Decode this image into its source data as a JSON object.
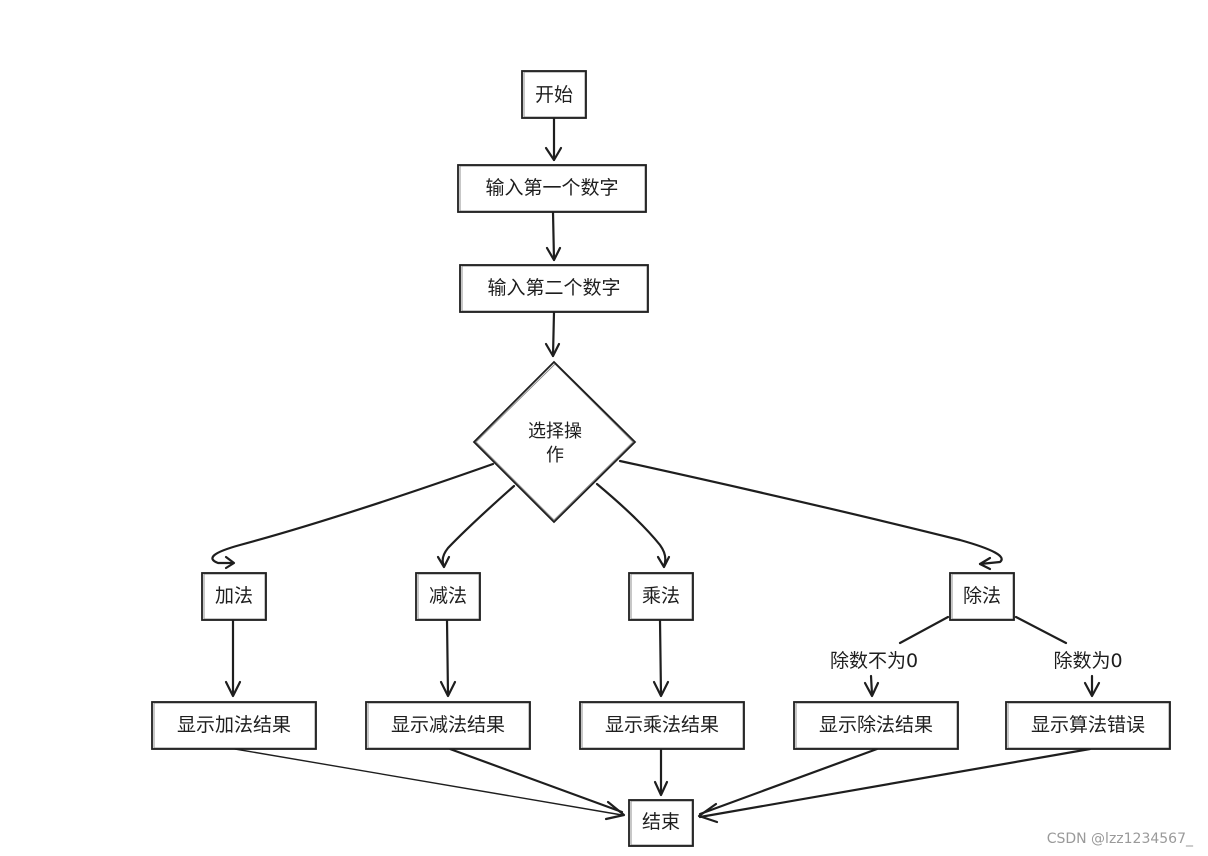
{
  "diagram": {
    "nodes": {
      "start": "开始",
      "input_first": "输入第一个数字",
      "input_second": "输入第二个数字",
      "decision_line1": "选择操",
      "decision_line2": "作",
      "add": "加法",
      "subtract": "减法",
      "multiply": "乘法",
      "divide": "除法",
      "show_add": "显示加法结果",
      "show_subtract": "显示减法结果",
      "show_multiply": "显示乘法结果",
      "show_divide": "显示除法结果",
      "show_error": "显示算法错误",
      "end": "结束"
    },
    "edge_labels": {
      "divisor_nonzero": "除数不为0",
      "divisor_zero": "除数为0"
    }
  },
  "watermark": "CSDN @lzz1234567_"
}
